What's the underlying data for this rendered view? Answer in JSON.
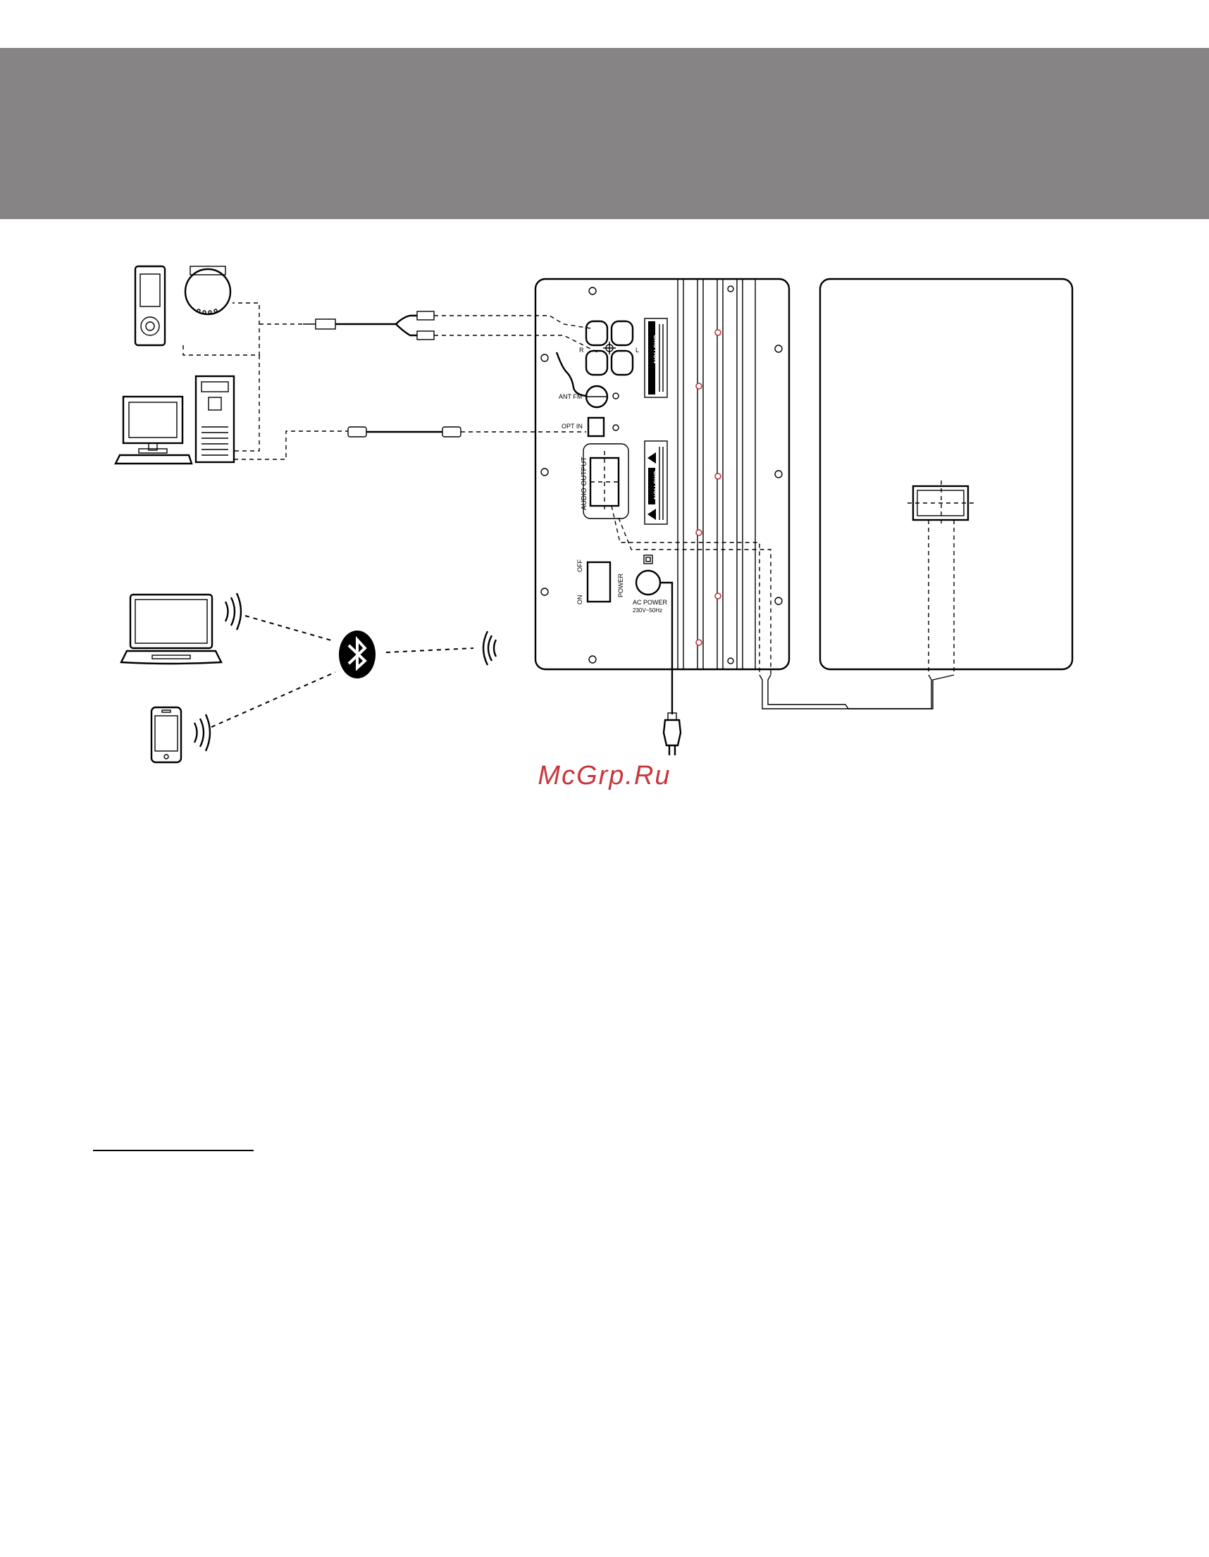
{
  "panel": {
    "labels": {
      "r": "R",
      "l": "L",
      "ant_fm": "ANT FM",
      "opt_in": "OPT IN",
      "audio_output": "AUDIO OUTPUT",
      "off": "OFF",
      "on": "ON",
      "power": "POWER",
      "ac_power": "AC POWER",
      "voltage": "230V~50Hz"
    },
    "caution_top": "CAUTION",
    "caution_mid": "CAUTION"
  },
  "watermark": "McGrp.Ru",
  "colors": {
    "header_band": "#868485",
    "watermark": "#c8363c",
    "screw_accent": "#b7323a"
  },
  "icons": [
    "mp3-player-icon",
    "cd-player-icon",
    "desktop-monitor-icon",
    "pc-tower-icon",
    "laptop-icon",
    "smartphone-icon",
    "bluetooth-icon",
    "wireless-wave-icon",
    "power-plug-icon"
  ]
}
